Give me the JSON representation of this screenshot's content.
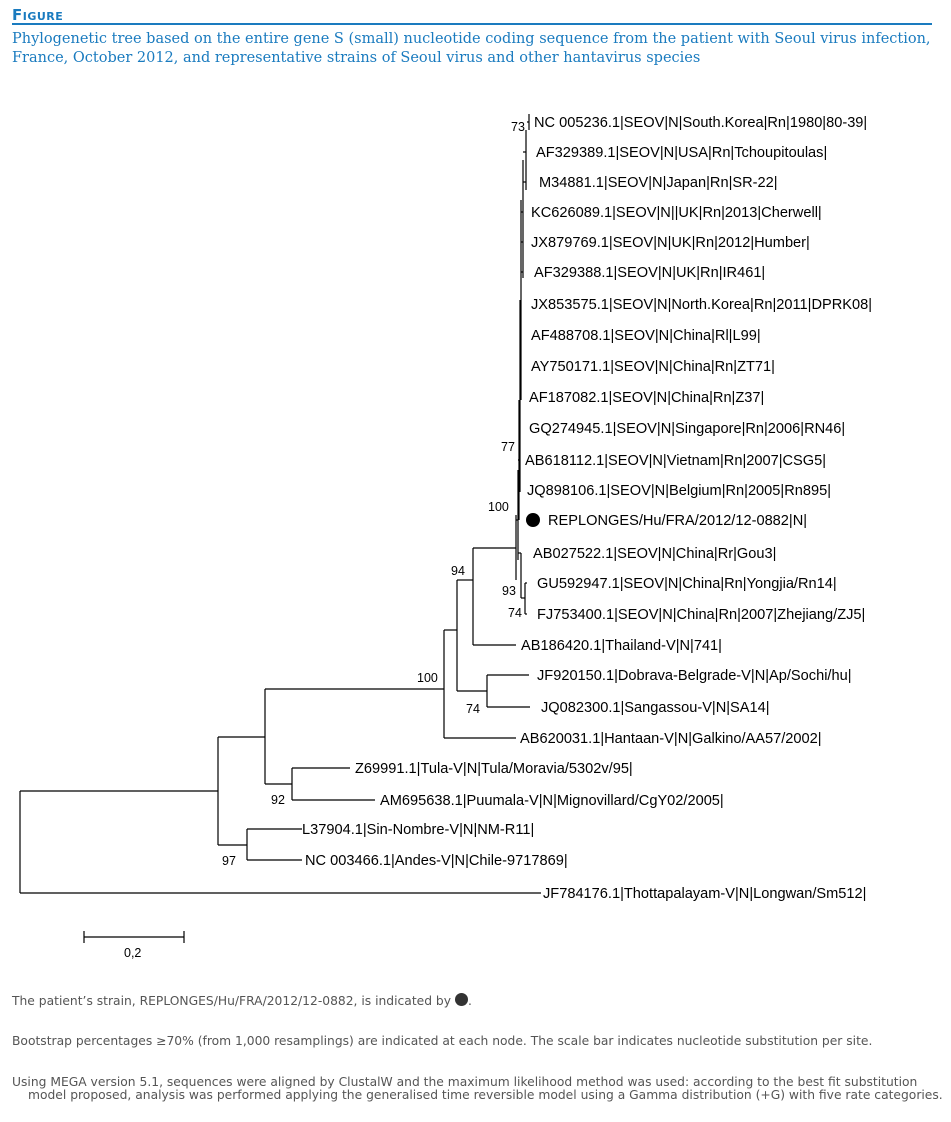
{
  "figure_label": "Figure",
  "caption": "Phylogenetic tree based on the entire gene S (small) nucleotide coding sequence from the patient with Seoul virus infection, France, October 2012, and representative strains of Seoul virus and other hantavirus species",
  "tree": {
    "leaves": [
      "NC 005236.1|SEOV|N|South.Korea|Rn|1980|80-39|",
      "AF329389.1|SEOV|N|USA|Rn|Tchoupitoulas|",
      "M34881.1|SEOV|N|Japan|Rn|SR-22|",
      "KC626089.1|SEOV|N||UK|Rn|2013|Cherwell|",
      "JX879769.1|SEOV|N|UK|Rn|2012|Humber|",
      "AF329388.1|SEOV|N|UK|Rn|IR461|",
      "JX853575.1|SEOV|N|North.Korea|Rn|2011|DPRK08|",
      "AF488708.1|SEOV|N|China|Rl|L99|",
      "AY750171.1|SEOV|N|China|Rn|ZT71|",
      "AF187082.1|SEOV|N|China|Rn|Z37|",
      "GQ274945.1|SEOV|N|Singapore|Rn|2006|RN46|",
      "AB618112.1|SEOV|N|Vietnam|Rn|2007|CSG5|",
      "JQ898106.1|SEOV|N|Belgium|Rn|2005|Rn895|",
      "REPLONGES/Hu/FRA/2012/12-0882|N|",
      "AB027522.1|SEOV|N|China|Rr|Gou3|",
      "GU592947.1|SEOV|N|China|Rn|Yongjia/Rn14|",
      "FJ753400.1|SEOV|N|China|Rn|2007|Zhejiang/ZJ5|",
      "AB186420.1|Thailand-V|N|741|",
      "JF920150.1|Dobrava-Belgrade-V|N|Ap/Sochi/hu|",
      "JQ082300.1|Sangassou-V|N|SA14|",
      "AB620031.1|Hantaan-V|N|Galkino/AA57/2002|",
      "Z69991.1|Tula-V|N|Tula/Moravia/5302v/95|",
      "AM695638.1|Puumala-V|N|Mignovillard/CgY02/2005|",
      "L37904.1|Sin-Nombre-V|N|NM-R11|",
      "NC 003466.1|Andes-V|N|Chile-9717869|",
      "JF784176.1|Thottapalayam-V|N|Longwan/Sm512|"
    ],
    "bootstrap": {
      "b73": "73",
      "b77": "77",
      "b100_seov": "100",
      "b94": "94",
      "b93": "93",
      "b74_seov": "74",
      "b100_murinae": "100",
      "b74_dob": "74",
      "b92": "92",
      "b97": "97"
    },
    "scale_label": "0,2",
    "patient_marker_color": "#000000"
  },
  "notes": {
    "n1": "The patient’s strain, REPLONGES/Hu/FRA/2012/12-0882, is indicated by",
    "n1_end": ".",
    "n2": "Bootstrap percentages ≥70% (from 1,000 resamplings) are indicated at each node. The scale bar indicates nucleotide substitution per site.",
    "n3": "Using MEGA version 5.1, sequences were aligned by ClustalW and the maximum likelihood method was used: according to the best fit substitution model proposed, analysis was performed applying the generalised time reversible model using a Gamma distribution (+G) with five rate categories."
  }
}
